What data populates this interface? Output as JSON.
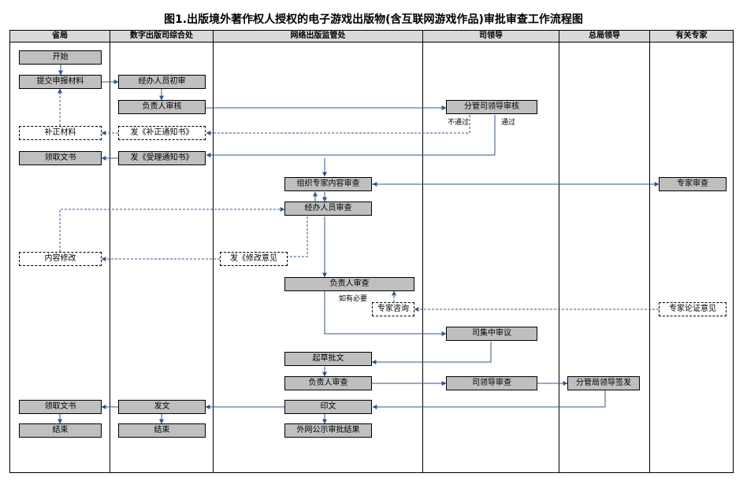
{
  "title": "图1.出版境外著作权人授权的电子游戏出版物(含互联网游戏作品)审批审查工作流程图",
  "lanes": [
    "省局",
    "数字出版司综合处",
    "网络出版监管处",
    "司领导",
    "总局领导",
    "有关专家"
  ],
  "nodes": {
    "start": "开始",
    "submit": "提交申报材料",
    "initial_review": "经办人员初审",
    "head_verify": "负责人审核",
    "branch_leader_review": "分管司领导审核",
    "supplement": "补正材料",
    "send_supplement_notice": "发《补正通知书》",
    "receive_doc_1": "领取文书",
    "send_accept_notice": "发《受理通知书》",
    "organize_expert_review": "组织专家内容审查",
    "expert_review": "专家审查",
    "staff_review": "经办人员审查",
    "content_revision": "内容修改",
    "send_revision_opinion": "发《修改意见",
    "head_review_1": "负责人审查",
    "expert_consult": "专家咨询",
    "expert_opinion": "专家论证意见",
    "dept_meeting": "司集中审议",
    "draft_approval": "起草批文",
    "head_review_2": "负责人审查",
    "dept_leader_review": "司领导审查",
    "bureau_leader_sign": "分管局领导签发",
    "receive_doc_2": "领取文书",
    "issue_doc": "发文",
    "print_doc": "印文",
    "end_1": "结束",
    "end_2": "结束",
    "publicize": "外网公示审批结果"
  },
  "edge_labels": {
    "not_pass": "不通过",
    "pass": "通过",
    "if_needed": "如有必要"
  },
  "colors": {
    "box_fill": "#bfbfbf",
    "header_fill": "#d9d9d9",
    "arrow": "#2f5597"
  }
}
